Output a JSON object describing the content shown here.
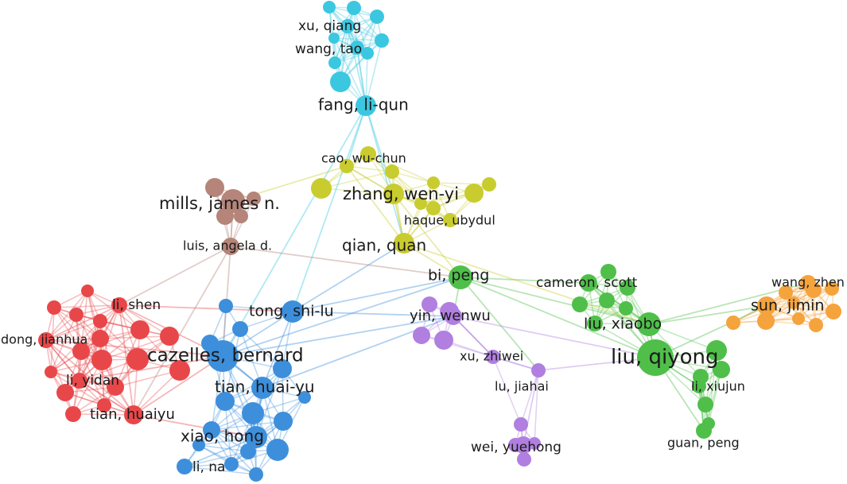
{
  "clusters": [
    {
      "id": "cyan",
      "color": "#3cc7e0"
    },
    {
      "id": "yellow",
      "color": "#c9cc2f"
    },
    {
      "id": "brown",
      "color": "#b5857a"
    },
    {
      "id": "red",
      "color": "#e8474a"
    },
    {
      "id": "blue",
      "color": "#3d8fdc"
    },
    {
      "id": "purple",
      "color": "#b07fe0"
    },
    {
      "id": "green",
      "color": "#4fbf4a"
    },
    {
      "id": "orange",
      "color": "#f5a33c"
    }
  ],
  "nodes": [
    {
      "id": "xu_qiang",
      "label": "xu, qiang",
      "cluster": "cyan",
      "weight": 1
    },
    {
      "id": "wang_tao",
      "label": "wang, tao",
      "cluster": "cyan",
      "weight": 1
    },
    {
      "id": "fang_liqun",
      "label": "fang, li-qun",
      "cluster": "cyan",
      "weight": 2
    },
    {
      "id": "cao_wuchun",
      "label": "cao, wu-chun",
      "cluster": "yellow",
      "weight": 1
    },
    {
      "id": "zhang_wenyi",
      "label": "zhang, wen-yi",
      "cluster": "yellow",
      "weight": 2
    },
    {
      "id": "haque_ubydul",
      "label": "haque, ubydul",
      "cluster": "yellow",
      "weight": 1
    },
    {
      "id": "qian_quan",
      "label": "qian, quan",
      "cluster": "yellow",
      "weight": 2
    },
    {
      "id": "mills_jamesn",
      "label": "mills, james n.",
      "cluster": "brown",
      "weight": 2
    },
    {
      "id": "luis_angelad",
      "label": "luis, angela d.",
      "cluster": "brown",
      "weight": 1
    },
    {
      "id": "li_shen",
      "label": "li, shen",
      "cluster": "red",
      "weight": 1
    },
    {
      "id": "dong_jianhua",
      "label": "dong, jianhua",
      "cluster": "red",
      "weight": 1
    },
    {
      "id": "li_yidan",
      "label": "li, yidan",
      "cluster": "red",
      "weight": 1
    },
    {
      "id": "tian_huaiyu",
      "label": "tian, huaiyu",
      "cluster": "red",
      "weight": 2
    },
    {
      "id": "tong_shilu",
      "label": "tong, shi-lu",
      "cluster": "blue",
      "weight": 2
    },
    {
      "id": "cazelles_bernard",
      "label": "cazelles, bernard",
      "cluster": "blue",
      "weight": 3
    },
    {
      "id": "tian_huaiyu_b",
      "label": "tian, huai-yu",
      "cluster": "blue",
      "weight": 2
    },
    {
      "id": "xiao_hong",
      "label": "xiao, hong",
      "cluster": "blue",
      "weight": 2
    },
    {
      "id": "li_na",
      "label": "li, na",
      "cluster": "blue",
      "weight": 1
    },
    {
      "id": "bi_peng",
      "label": "bi, peng",
      "cluster": "green",
      "weight": 2
    },
    {
      "id": "yin_wenwu",
      "label": "yin, wenwu",
      "cluster": "purple",
      "weight": 1
    },
    {
      "id": "xu_zhiwei",
      "label": "xu, zhiwei",
      "cluster": "purple",
      "weight": 1
    },
    {
      "id": "lu_jiahai",
      "label": "lu, jiahai",
      "cluster": "purple",
      "weight": 1
    },
    {
      "id": "wei_yuehong",
      "label": "wei, yuehong",
      "cluster": "purple",
      "weight": 1
    },
    {
      "id": "cameron_scott",
      "label": "cameron, scott",
      "cluster": "green",
      "weight": 1
    },
    {
      "id": "liu_xiaobo",
      "label": "liu, xiaobo",
      "cluster": "green",
      "weight": 2
    },
    {
      "id": "liu_qiyong",
      "label": "liu, qiyong",
      "cluster": "green",
      "weight": 3
    },
    {
      "id": "li_xiujun",
      "label": "li, xiujun",
      "cluster": "green",
      "weight": 1
    },
    {
      "id": "guan_peng",
      "label": "guan, peng",
      "cluster": "green",
      "weight": 1
    },
    {
      "id": "wang_zhen",
      "label": "wang, zhen",
      "cluster": "orange",
      "weight": 1
    },
    {
      "id": "sun_jimin",
      "label": "sun, jimin",
      "cluster": "orange",
      "weight": 2
    }
  ],
  "edges": [
    [
      "xu_qiang",
      "wang_tao"
    ],
    [
      "wang_tao",
      "fang_liqun"
    ],
    [
      "xu_qiang",
      "fang_liqun"
    ],
    [
      "fang_liqun",
      "cao_wuchun"
    ],
    [
      "fang_liqun",
      "zhang_wenyi"
    ],
    [
      "fang_liqun",
      "qian_quan"
    ],
    [
      "fang_liqun",
      "tong_shilu"
    ],
    [
      "fang_liqun",
      "cazelles_bernard"
    ],
    [
      "cao_wuchun",
      "zhang_wenyi"
    ],
    [
      "zhang_wenyi",
      "haque_ubydul"
    ],
    [
      "zhang_wenyi",
      "qian_quan"
    ],
    [
      "cao_wuchun",
      "qian_quan"
    ],
    [
      "haque_ubydul",
      "qian_quan"
    ],
    [
      "qian_quan",
      "bi_peng"
    ],
    [
      "zhang_wenyi",
      "bi_peng"
    ],
    [
      "cao_wuchun",
      "mills_jamesn"
    ],
    [
      "mills_jamesn",
      "luis_angelad"
    ],
    [
      "luis_angelad",
      "li_shen"
    ],
    [
      "luis_angelad",
      "tian_huaiyu"
    ],
    [
      "luis_angelad",
      "bi_peng"
    ],
    [
      "luis_angelad",
      "cazelles_bernard"
    ],
    [
      "li_shen",
      "dong_jianhua"
    ],
    [
      "li_shen",
      "li_yidan"
    ],
    [
      "li_shen",
      "tian_huaiyu"
    ],
    [
      "dong_jianhua",
      "li_yidan"
    ],
    [
      "dong_jianhua",
      "tian_huaiyu"
    ],
    [
      "li_yidan",
      "tian_huaiyu"
    ],
    [
      "li_shen",
      "cazelles_bernard"
    ],
    [
      "li_shen",
      "tong_shilu"
    ],
    [
      "li_yidan",
      "cazelles_bernard"
    ],
    [
      "tian_huaiyu",
      "cazelles_bernard"
    ],
    [
      "tian_huaiyu",
      "xiao_hong"
    ],
    [
      "dong_jianhua",
      "cazelles_bernard"
    ],
    [
      "tong_shilu",
      "cazelles_bernard"
    ],
    [
      "tong_shilu",
      "tian_huaiyu_b"
    ],
    [
      "cazelles_bernard",
      "tian_huaiyu_b"
    ],
    [
      "tian_huaiyu_b",
      "xiao_hong"
    ],
    [
      "xiao_hong",
      "li_na"
    ],
    [
      "cazelles_bernard",
      "xiao_hong"
    ],
    [
      "tong_shilu",
      "bi_peng"
    ],
    [
      "tong_shilu",
      "qian_quan"
    ],
    [
      "tong_shilu",
      "yin_wenwu"
    ],
    [
      "cazelles_bernard",
      "bi_peng"
    ],
    [
      "cazelles_bernard",
      "yin_wenwu"
    ],
    [
      "tian_huaiyu_b",
      "yin_wenwu"
    ],
    [
      "bi_peng",
      "yin_wenwu"
    ],
    [
      "yin_wenwu",
      "xu_zhiwei"
    ],
    [
      "xu_zhiwei",
      "lu_jiahai"
    ],
    [
      "lu_jiahai",
      "wei_yuehong"
    ],
    [
      "lu_jiahai",
      "liu_qiyong"
    ],
    [
      "bi_peng",
      "lu_jiahai"
    ],
    [
      "bi_peng",
      "cameron_scott"
    ],
    [
      "bi_peng",
      "liu_xiaobo"
    ],
    [
      "bi_peng",
      "liu_qiyong"
    ],
    [
      "cameron_scott",
      "liu_xiaobo"
    ],
    [
      "cameron_scott",
      "liu_qiyong"
    ],
    [
      "liu_xiaobo",
      "liu_qiyong"
    ],
    [
      "liu_qiyong",
      "li_xiujun"
    ],
    [
      "li_xiujun",
      "guan_peng"
    ],
    [
      "liu_qiyong",
      "guan_peng"
    ],
    [
      "liu_xiaobo",
      "sun_jimin"
    ],
    [
      "liu_qiyong",
      "sun_jimin"
    ],
    [
      "sun_jimin",
      "wang_zhen"
    ],
    [
      "liu_xiaobo",
      "wang_zhen"
    ],
    [
      "yin_wenwu",
      "liu_qiyong"
    ],
    [
      "qian_quan",
      "liu_xiaobo"
    ]
  ]
}
